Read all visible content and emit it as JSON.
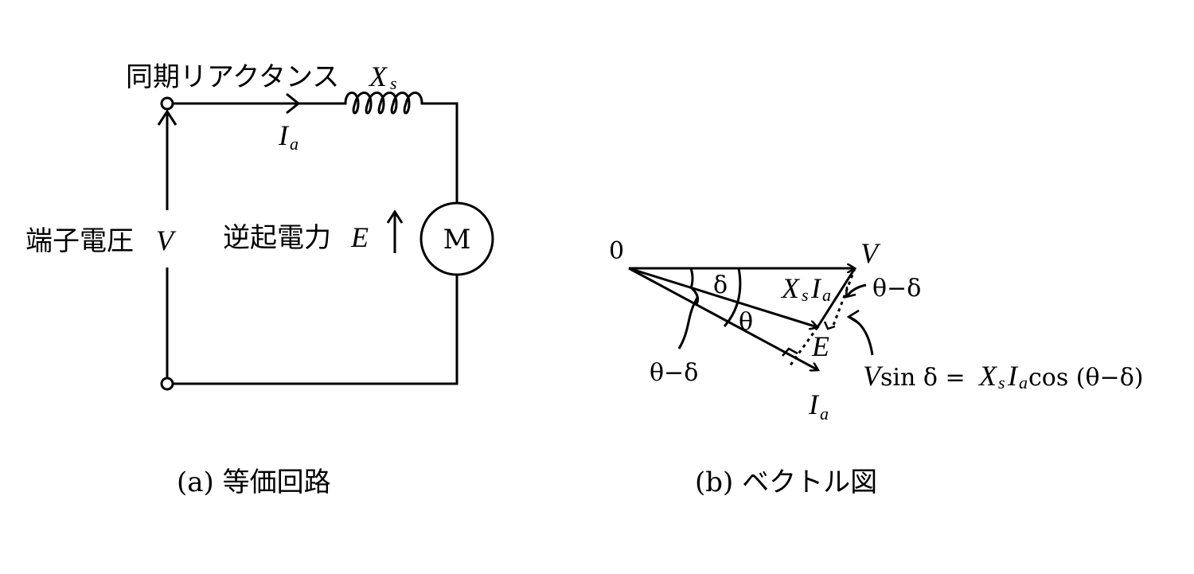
{
  "circuit": {
    "reactance_label": "同期リアクタンス",
    "current_label": "I",
    "current_sub": "a",
    "terminal_voltage_label": "端子電圧",
    "back_emf_label": "逆起電力",
    "motor_symbol": "M",
    "caption": "(a) 等価回路"
  },
  "vector": {
    "origin": "0",
    "delta": "δ",
    "theta": "θ",
    "theta_minus_delta": "θ−δ",
    "v_label": "V",
    "e_label": "E",
    "ia_label": "I",
    "ia_sub": "a",
    "drop_X": "X",
    "drop_s": "s",
    "drop_I": "I",
    "drop_a": "a",
    "equation_sin": "sin δ =",
    "equation_cos": "cos (θ−δ)",
    "caption": "(b) ベクトル図"
  },
  "symbols": {
    "X": "X",
    "s": "s",
    "V": "V",
    "E": "E"
  }
}
